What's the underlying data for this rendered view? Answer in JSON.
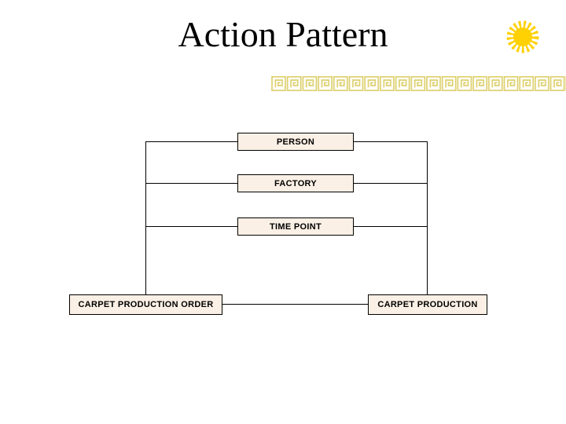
{
  "slide": {
    "title": "Action Pattern"
  },
  "colors": {
    "background": "#ffffff",
    "title-color": "#000000",
    "sun-color": "#ffd103",
    "meander-color": "#ddd06e",
    "box-fill": "#fbf0e5",
    "box-border": "#000000",
    "box-text": "#000000",
    "line-color": "#000000"
  },
  "icons": {
    "sunburst": "sunburst-icon",
    "meander_border": "greek-key-border"
  },
  "diagram": {
    "nodes": [
      {
        "id": "person",
        "label": "PERSON"
      },
      {
        "id": "factory",
        "label": "FACTORY"
      },
      {
        "id": "time-point",
        "label": "TIME POINT"
      },
      {
        "id": "carpet-production-order",
        "label": "CARPET PRODUCTION ORDER"
      },
      {
        "id": "carpet-production",
        "label": "CARPET PRODUCTION"
      }
    ]
  }
}
